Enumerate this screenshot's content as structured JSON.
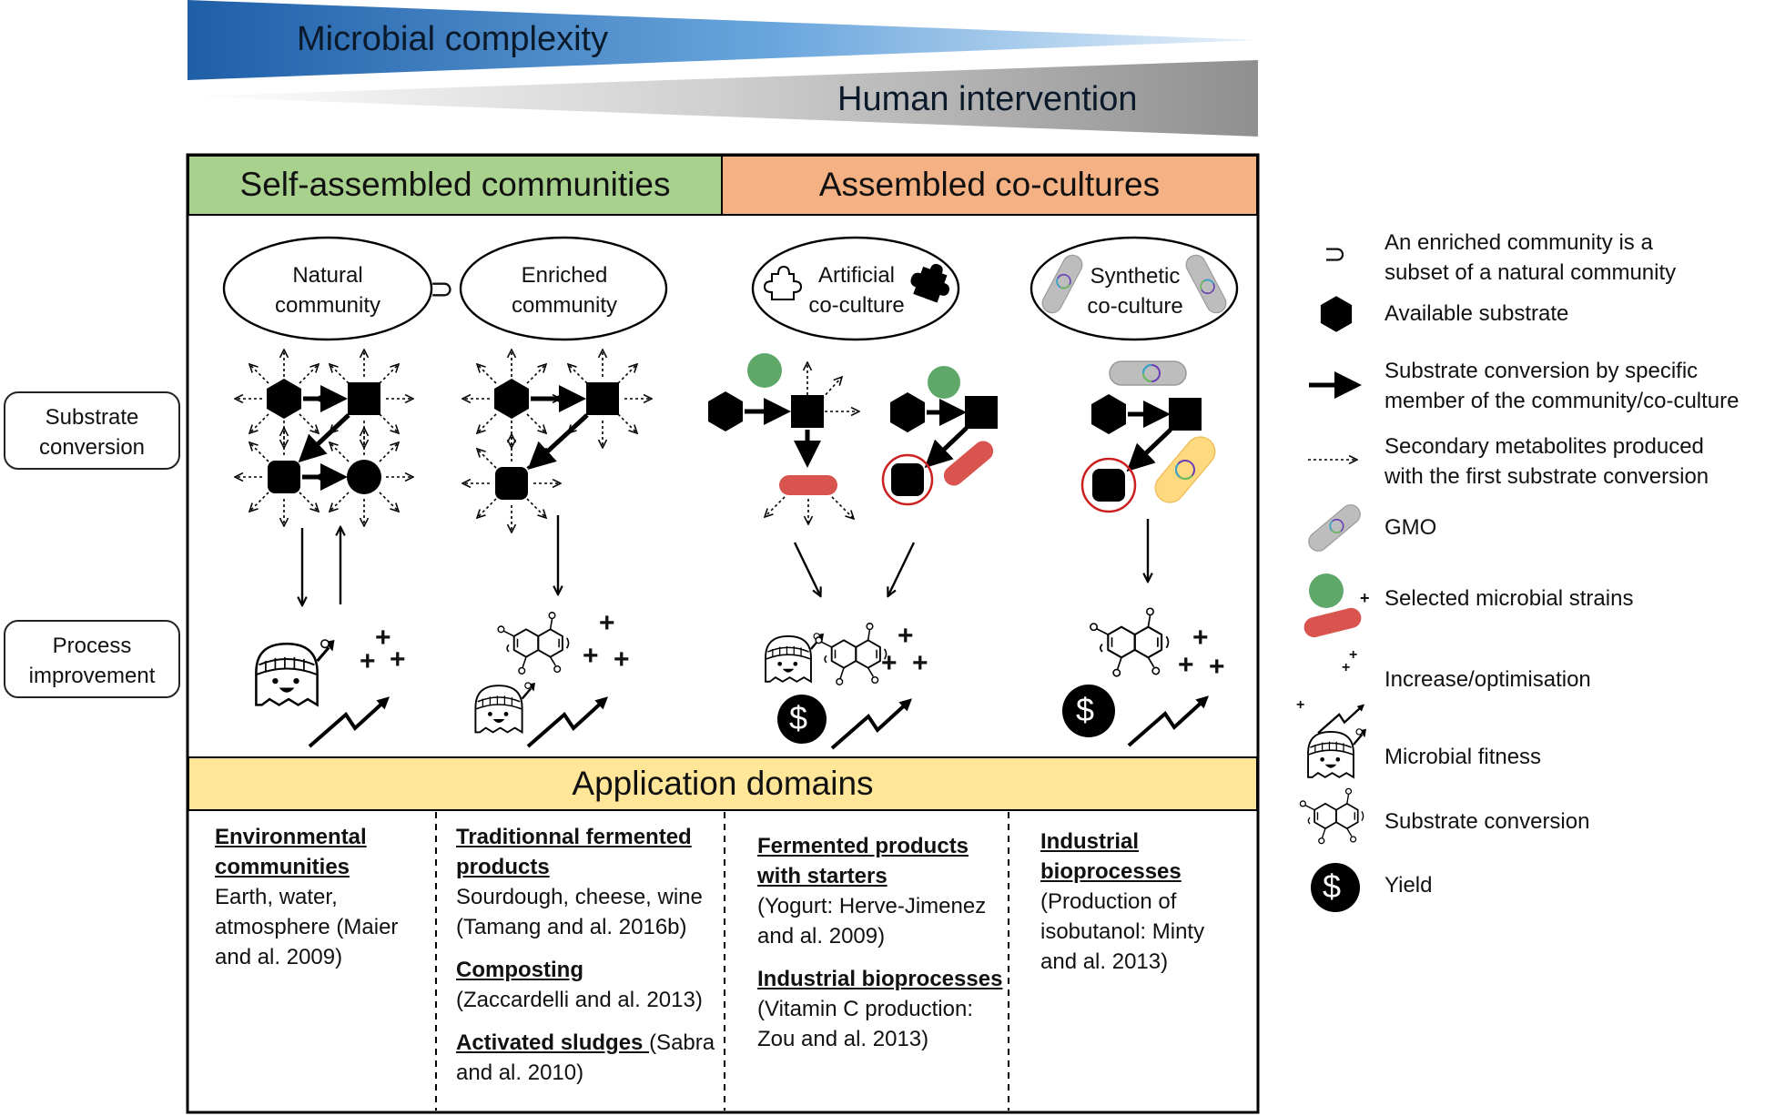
{
  "banners": {
    "microbial_complexity": "Microbial complexity",
    "human_intervention": "Human intervention"
  },
  "headers": {
    "self_assembled": "Self-assembled communities",
    "assembled": "Assembled co-cultures"
  },
  "ellipses": {
    "natural": [
      "Natural",
      "community"
    ],
    "enriched": [
      "Enriched",
      "community"
    ],
    "artificial": [
      "Artificial",
      "co-culture"
    ],
    "synthetic": [
      "Synthetic",
      "co-culture"
    ]
  },
  "subset_symbol": "⊃",
  "side_labels": {
    "substrate_conversion": [
      "Substrate",
      "conversion"
    ],
    "process_improvement": [
      "Process",
      "improvement"
    ]
  },
  "application": {
    "title": "Application domains",
    "columns": [
      {
        "blocks": [
          {
            "heading": [
              "Environmental",
              "communities"
            ],
            "body": [
              "Earth, water,",
              "atmosphere (Maier",
              "and al. 2009)"
            ]
          }
        ]
      },
      {
        "blocks": [
          {
            "heading": [
              "Traditionnal fermented",
              "products"
            ],
            "body": [
              "Sourdough, cheese, wine",
              "(Tamang and al. 2016b)"
            ]
          },
          {
            "heading": [
              "Composting"
            ],
            "body": [
              "(Zaccardelli and al. 2013)"
            ]
          },
          {
            "heading": [
              "Activated sludges "
            ],
            "heading_tail": "(Sabra",
            "body": [
              "and al. 2010)"
            ]
          }
        ]
      },
      {
        "blocks": [
          {
            "heading": [
              "Fermented products",
              "with starters"
            ],
            "body": [
              "(Yogurt: Herve-Jimenez",
              "and al. 2009)"
            ]
          },
          {
            "heading": [
              "Industrial bioprocesses"
            ],
            "body": [
              "(Vitamin C production:",
              "Zou and al. 2013)"
            ]
          }
        ]
      },
      {
        "blocks": [
          {
            "heading": [
              "Industrial",
              "bioprocesses"
            ],
            "body": [
              "(Production of",
              "isobutanol: Minty",
              "and al. 2013)"
            ]
          }
        ]
      }
    ]
  },
  "legend": {
    "subset": [
      "An enriched community is a",
      "subset of a natural community"
    ],
    "available_substrate": "Available substrate",
    "substrate_conversion_arrow": [
      "Substrate conversion by specific",
      "member of the community/co-culture"
    ],
    "secondary_metabolites": [
      "Secondary metabolites produced",
      "with the first substrate conversion"
    ],
    "gmo": "GMO",
    "selected_strains": "Selected microbial strains",
    "increase": "Increase/optimisation",
    "fitness": "Microbial fitness",
    "substrate_conversion_icon": "Substrate conversion",
    "yield": "Yield"
  },
  "icons": {
    "yield_symbol": "$",
    "plus": "+"
  },
  "colors": {
    "blue_banner": "#2a6db3",
    "gray_banner": "#8a8a8a",
    "green_header": "#a9d18e",
    "orange_header": "#f4b183",
    "yellow_header": "#ffe699",
    "green_strain": "#5fa86a",
    "red_strain": "#d9534f",
    "gmo_gray": "#bdbdbd",
    "gmo_yellow": "#ffd980",
    "highlight_circle": "#cc1f1f"
  }
}
